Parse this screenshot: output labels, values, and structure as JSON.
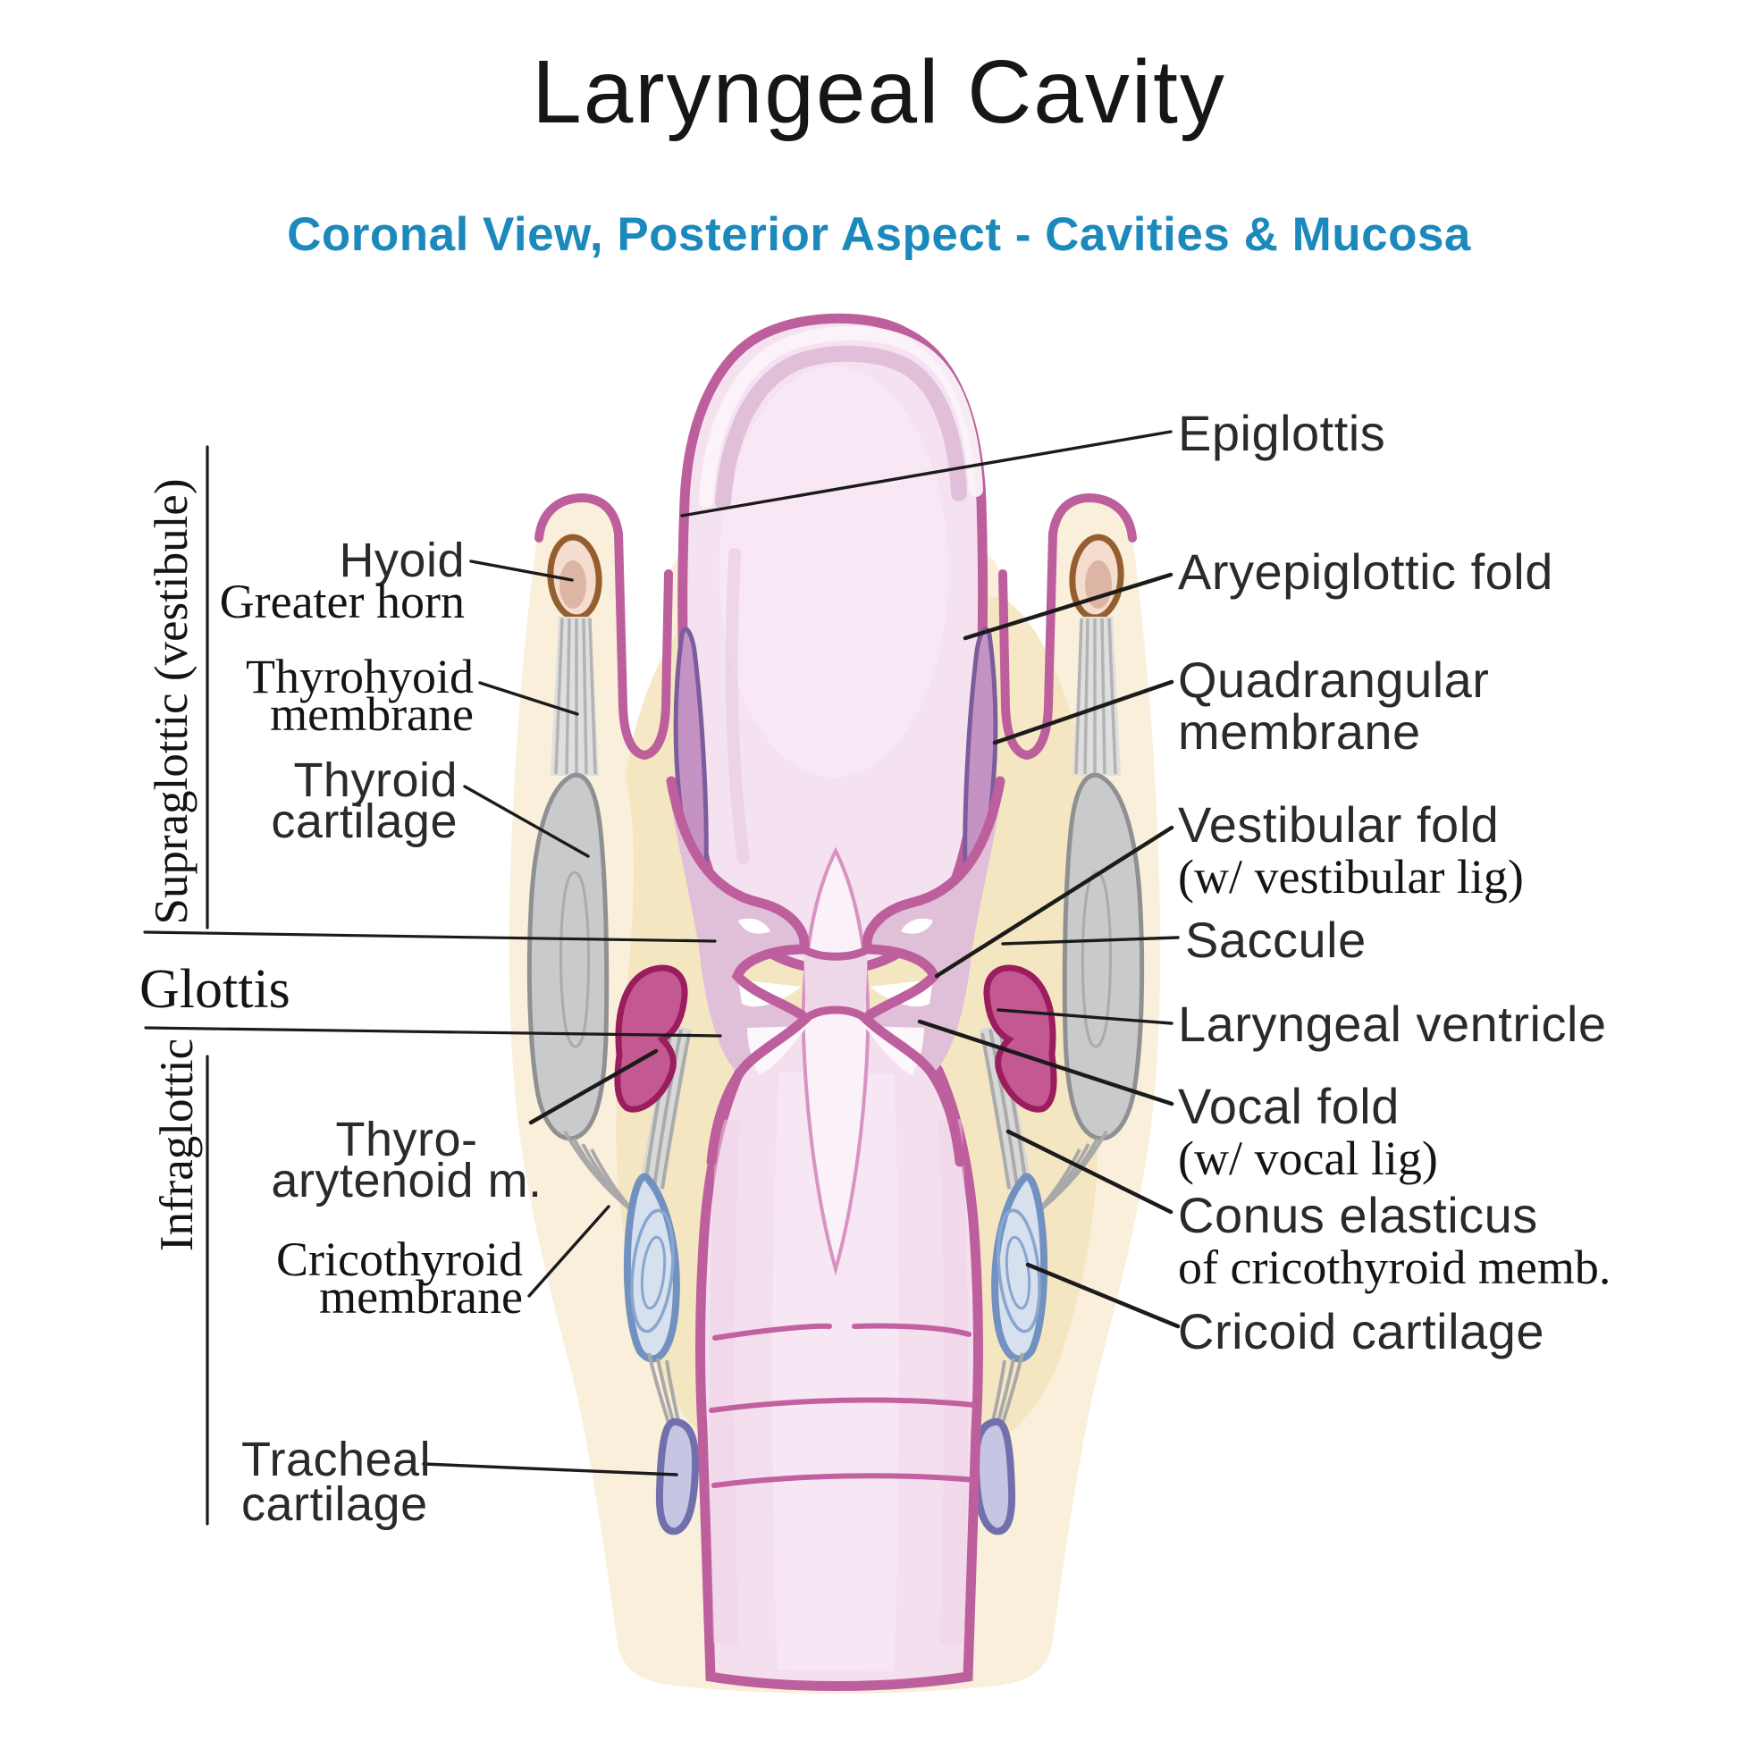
{
  "header": {
    "title": "Laryngeal Cavity",
    "subtitle": "Coronal View, Posterior Aspect - Cavities & Mucosa"
  },
  "sections": {
    "supraglottic": "Supraglottic (vestibule)",
    "glottis": "Glottis",
    "infraglottic": "Infraglottic"
  },
  "left_labels": {
    "hyoid": {
      "line1": "Hyoid",
      "line2": "Greater horn"
    },
    "thyrohyoid": {
      "line1": "Thyrohyoid",
      "line2": "membrane"
    },
    "thyroid": {
      "line1": "Thyroid",
      "line2": "cartilage"
    },
    "thyroarytenoid": {
      "line1": "Thyro-",
      "line2": "arytenoid m."
    },
    "cricothyroid": {
      "line1": "Cricothyroid",
      "line2": "membrane"
    },
    "tracheal": {
      "line1": "Tracheal",
      "line2": "cartilage"
    }
  },
  "right_labels": {
    "epiglottis": "Epiglottis",
    "aryepiglottic": "Aryepiglottic fold",
    "quadrangular": {
      "line1": "Quadrangular",
      "line2": "membrane"
    },
    "vestibular": {
      "line1": "Vestibular fold",
      "line2": "(w/ vestibular lig)"
    },
    "saccule": "Saccule",
    "laryngeal_ventricle": "Laryngeal ventricle",
    "vocal": {
      "line1": "Vocal fold",
      "line2": "(w/ vocal lig)"
    },
    "conus": {
      "line1": "Conus elasticus",
      "line2": "of cricothyroid memb."
    },
    "cricoid": "Cricoid cartilage"
  },
  "colors": {
    "subtitle_blue": "#1C89BD",
    "mucosa_magenta": "#BE5F9D",
    "cavity_pink": "#F4DFEF",
    "soft_tissue_cream": "#F5E4BD",
    "muscle_raspberry": "#C45893",
    "muscle_outline": "#9B1D5E",
    "cartilage_gray": "#C9CACB",
    "quadrangular_purple": "#C492C3",
    "cricoid_blue": "#D6E0EE",
    "cricoid_blue_outline": "#7191C1",
    "tracheal_lavender": "#C6C5E3",
    "tracheal_lavender_outline": "#7170AC",
    "hyoid_brown": "#955E2E",
    "leader_line": "#1B1B1B"
  }
}
